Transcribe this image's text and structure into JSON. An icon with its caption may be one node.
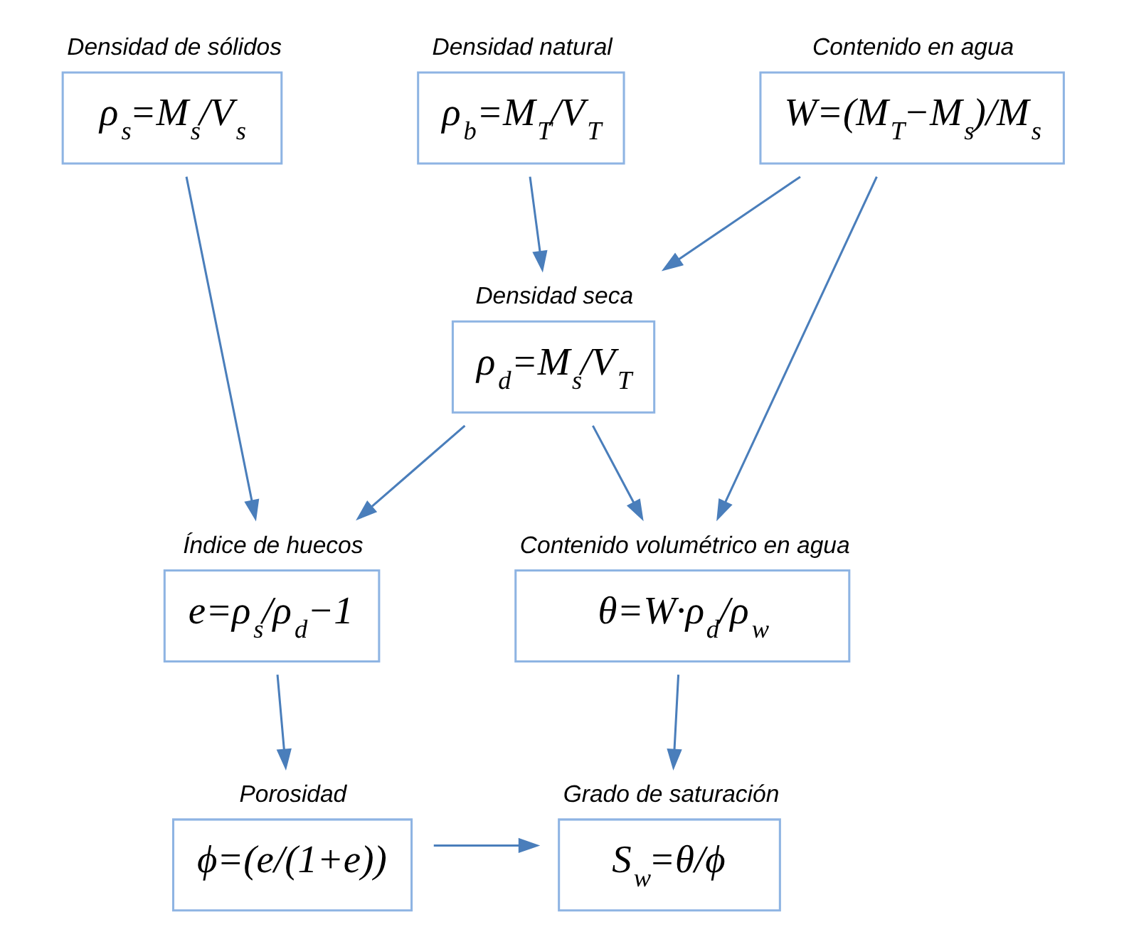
{
  "diagram": {
    "nodes": [
      {
        "text": [
          "Densidad de sólidos",
          "ρ$_{s}$=M$_{s}$/V$_{s}$"
        ]
      },
      {
        "text": [
          "Densidad natural",
          "ρ$_{b}$=M$_{T}$/V$_{T}$"
        ]
      },
      {
        "text": [
          "Contenido en agua",
          "W=(M$_{T}$−M$_{s}$)/M$_{s}$"
        ]
      },
      {
        "text": [
          "Densidad seca",
          "ρ$_{d}$=M$_{s}$/V$_{T}$"
        ]
      },
      {
        "text": [
          "Índice de huecos",
          "e=ρ$_{s}$/ρ$_{d}$−1"
        ]
      },
      {
        "text": [
          "Contenido volumétrico en agua",
          "θ=W·ρ$_{d}$/ρ$_{w}$"
        ]
      },
      {
        "text": [
          "Porosidad",
          "ϕ=(e/(1+e))"
        ]
      },
      {
        "text": [
          "Grado de saturación",
          "S$_{w}$=θ/ϕ"
        ]
      }
    ],
    "edges": [
      {
        "from": 0,
        "to": 4,
        "arrow": "to"
      },
      {
        "from": 1,
        "to": 3,
        "arrow": "to"
      },
      {
        "from": 2,
        "to": 3,
        "arrow": "to"
      },
      {
        "from": 2,
        "to": 5,
        "arrow": "to"
      },
      {
        "from": 3,
        "to": 4,
        "arrow": "to"
      },
      {
        "from": 3,
        "to": 5,
        "arrow": "to"
      },
      {
        "from": 4,
        "to": 6,
        "arrow": "to"
      },
      {
        "from": 6,
        "to": 7,
        "arrow": "to"
      },
      {
        "from": 5,
        "to": 7,
        "arrow": "to"
      }
    ]
  }
}
